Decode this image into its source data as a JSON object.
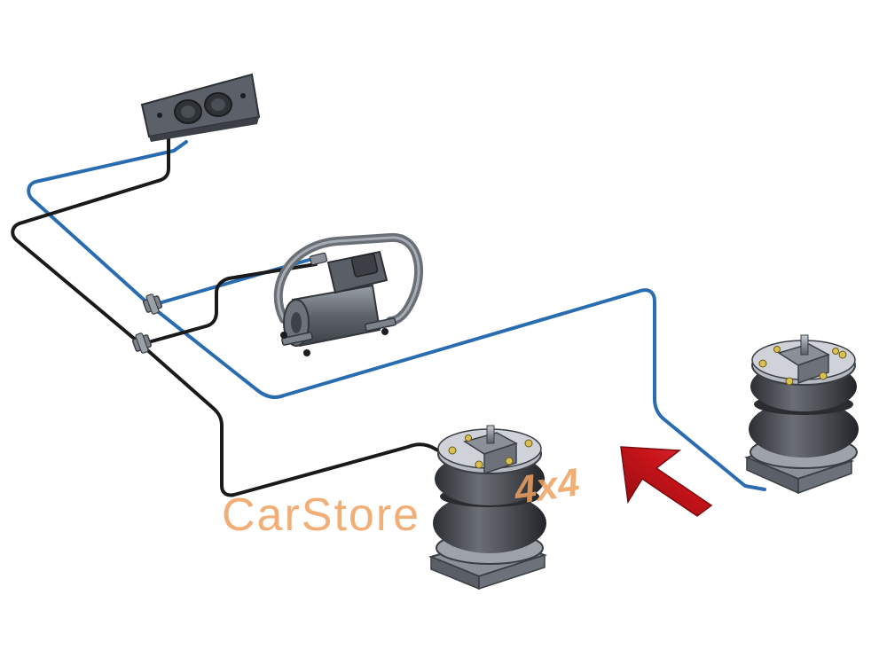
{
  "colors": {
    "blue_line": "#2a6cb0",
    "black_line": "#1a1a1a",
    "metal_dark": "#4b4f57",
    "metal_mid": "#7d828b",
    "metal_light": "#b9bec6",
    "bellows": "#3a3d42",
    "brass": "#d8c055",
    "arrow": "#c8141a",
    "watermark": "#f0a060"
  },
  "components": {
    "gauge_panel": {
      "icon": "dual-gauge-panel",
      "gauges": 2
    },
    "compressor": {
      "icon": "air-compressor"
    },
    "air_springs": [
      {
        "side": "left",
        "icon": "air-spring-bellows"
      },
      {
        "side": "right",
        "icon": "air-spring-bellows"
      }
    ],
    "tee_fittings": 2
  },
  "arrow": {
    "icon": "direction-arrow",
    "color": "#c8141a"
  },
  "watermark": {
    "brand": "CarStore",
    "suffix": "4x4"
  }
}
